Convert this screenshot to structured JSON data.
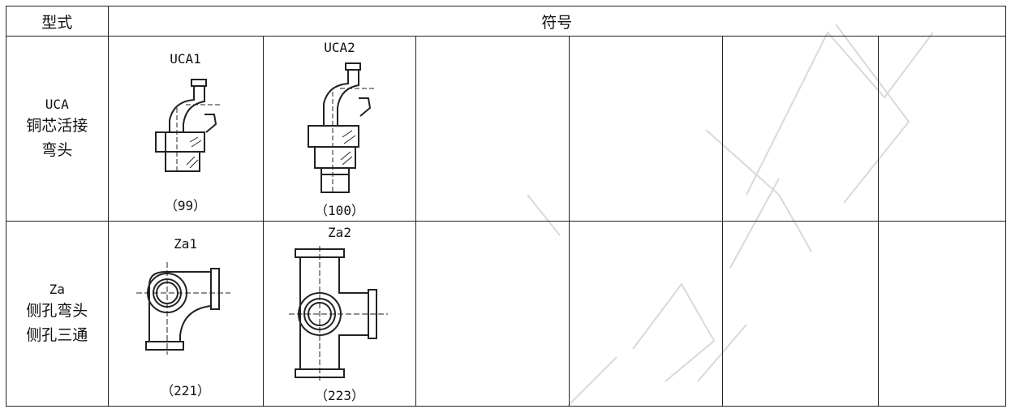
{
  "table": {
    "header": {
      "col_type": "型式",
      "col_symbol": "符号"
    },
    "rows": [
      {
        "type_code": "UCA",
        "type_names": [
          "铜芯活接",
          "弯头"
        ],
        "symbols": [
          {
            "label": "UCA1",
            "number": "（99）",
            "icon": "union-elbow-female-icon"
          },
          {
            "label": "UCA2",
            "number": "（100）",
            "icon": "union-elbow-male-icon"
          }
        ]
      },
      {
        "type_code": "Za",
        "type_names": [
          "侧孔弯头",
          "侧孔三通"
        ],
        "symbols": [
          {
            "label": "Za1",
            "number": "（221）",
            "icon": "side-outlet-elbow-icon"
          },
          {
            "label": "Za2",
            "number": "（223）",
            "icon": "side-outlet-tee-icon"
          }
        ]
      }
    ]
  },
  "colors": {
    "line": "#222222",
    "watermark": "#d9d9d9"
  }
}
